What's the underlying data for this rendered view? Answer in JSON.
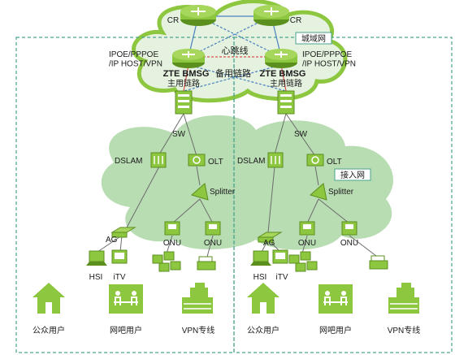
{
  "colors": {
    "accent": "#8dc63f",
    "accent_dark": "#5b8f1e",
    "cloud": "#b9ddb3",
    "cloud_inner": "#e4f2df",
    "dashed_border": "#4aa38f",
    "link_red": "#d9534f",
    "link_blue": "#4a7fc1"
  },
  "metro": {
    "label": "城域网",
    "routers": [
      {
        "id": "cr-left",
        "label": "CR"
      },
      {
        "id": "cr-right",
        "label": "CR"
      }
    ],
    "heartbeat_label": "心跳线",
    "backup_label": "备用链路",
    "left": {
      "bmsg_label": "ZTE BMSG",
      "access_types": "IPOE/PPPOE\n/IP HOST/VPN",
      "main_link_label": "主用链路"
    },
    "right": {
      "bmsg_label": "ZTE BMSG",
      "access_types": "IPOE/PPPOE\n/IP HOST/VPN",
      "main_link_label": "主用链路"
    }
  },
  "access_net_label": "接入网",
  "zones": [
    {
      "sw_label": "SW",
      "dslam_label": "DSLAM",
      "olt_label": "OLT",
      "splitter_label": "Splitter",
      "ag_label": "AG",
      "onu_labels": [
        "ONU",
        "ONU"
      ],
      "hsi_label": "HSI",
      "itv_label": "iTV",
      "customers": [
        "公众用户",
        "网吧用户",
        "VPN专线"
      ]
    },
    {
      "sw_label": "SW",
      "dslam_label": "DSLAM",
      "olt_label": "OLT",
      "splitter_label": "Splitter",
      "ag_label": "AG",
      "onu_labels": [
        "ONU",
        "ONU"
      ],
      "hsi_label": "HSI",
      "itv_label": "iTV",
      "customers": [
        "公众用户",
        "网吧用户",
        "VPN专线"
      ]
    }
  ]
}
